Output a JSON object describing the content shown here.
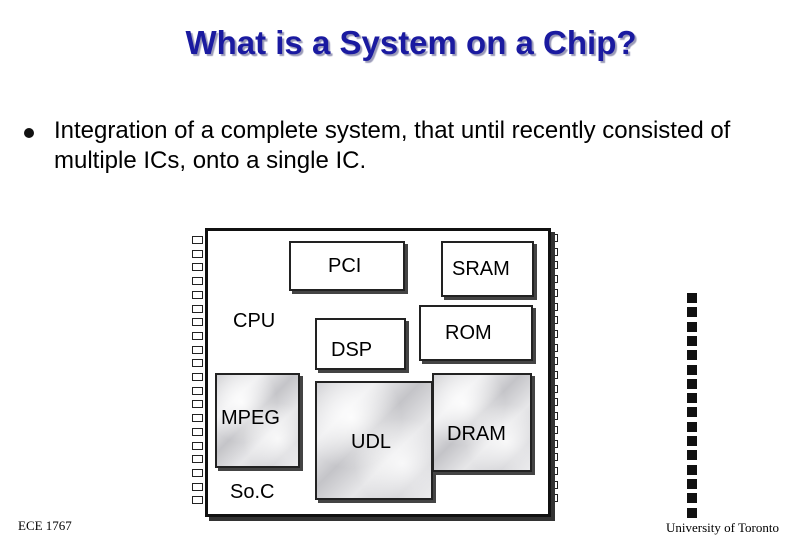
{
  "slide": {
    "title": "What is a System on a Chip?",
    "bullet": "Integration of a complete system, that until recently consisted of multiple ICs, onto a single IC."
  },
  "diagram": {
    "blocks": {
      "pci": "PCI",
      "sram": "SRAM",
      "cpu": "CPU",
      "dsp": "DSP",
      "rom": "ROM",
      "mpeg": "MPEG",
      "udl": "UDL",
      "dram": "DRAM"
    },
    "chip_label": "So.C"
  },
  "footer": {
    "course": "ECE 1767",
    "university": "University of Toronto"
  }
}
